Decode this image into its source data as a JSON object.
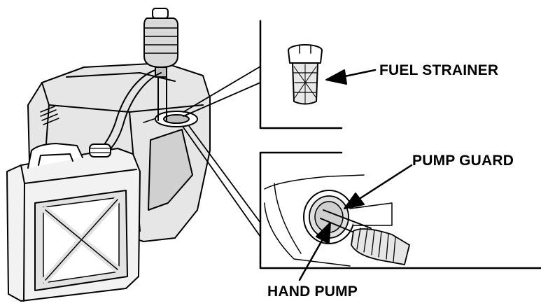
{
  "labels": {
    "fuel_strainer": "FUEL STRAINER",
    "pump_guard": "PUMP GUARD",
    "hand_pump": "HAND PUMP"
  },
  "colors": {
    "ink": "#000000",
    "shade": "#d9d9d9",
    "light_shade": "#efefef",
    "background": "#ffffff"
  }
}
